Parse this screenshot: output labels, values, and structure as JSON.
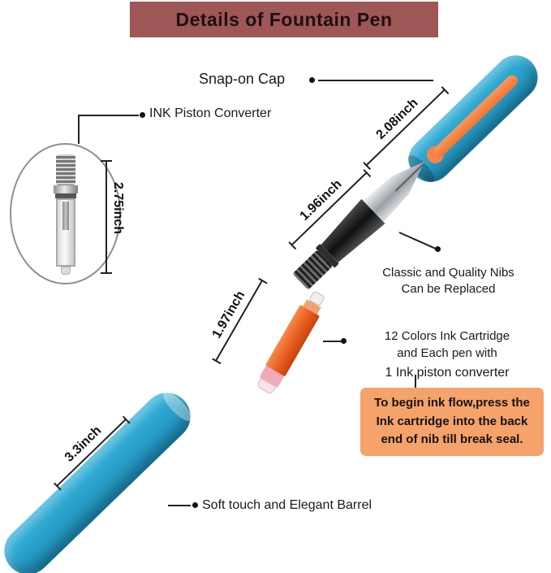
{
  "title": "Details of Fountain Pen",
  "cap": {
    "label": "Snap-on Cap",
    "measure": "2.08inch"
  },
  "converter": {
    "label": "INK Piston Converter",
    "measure": "2.75inch"
  },
  "nib": {
    "measure": "1.96inch",
    "caption_line1": "Classic and Quality Nibs",
    "caption_line2": "Can be Replaced"
  },
  "cartridge": {
    "measure": "1.97inch",
    "caption_line1": "12 Colors Ink Cartridge",
    "caption_line2": "and Each pen with",
    "caption_line3": "1 Ink piston converter"
  },
  "barrel": {
    "measure": "3.3inch",
    "label": "Soft touch and Elegant Barrel"
  },
  "callout": {
    "line1": "To begin ink flow,press the",
    "line2": "Ink cartridge into the back",
    "line3": "end of nib till break seal."
  },
  "colors": {
    "banner_bg": "#9e5656",
    "pen_blue": "#29a2cc",
    "clip_orange": "#f5834a",
    "cartridge_orange": "#e75c1e",
    "callout_bg": "#f6a26b"
  }
}
